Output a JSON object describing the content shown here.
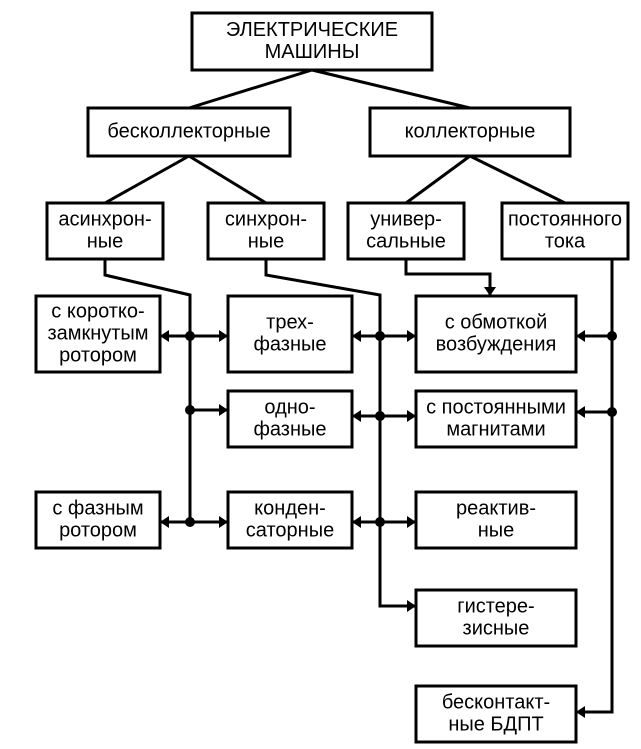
{
  "nodes": {
    "root": [
      "ЭЛЕКТРИЧЕСКИЕ",
      "МАШИНЫ"
    ],
    "brushless": [
      "бесколлекторные"
    ],
    "commutator": [
      "коллекторные"
    ],
    "async": [
      "асинхрон-",
      "ные"
    ],
    "sync": [
      "синхрон-",
      "ные"
    ],
    "universal": [
      "универ-",
      "сальные"
    ],
    "dc": [
      "постоянного",
      "тока"
    ],
    "squirrel": [
      "с коротко-",
      "замкнутым",
      "ротором"
    ],
    "wound": [
      "с фазным",
      "ротором"
    ],
    "threephase": [
      "трех-",
      "фазные"
    ],
    "singlephase": [
      "одно-",
      "фазные"
    ],
    "capacitor": [
      "конден-",
      "саторные"
    ],
    "field": [
      "с обмоткой",
      "возбуждения"
    ],
    "pm": [
      "с постоянными",
      "магнитами"
    ],
    "reactive": [
      "реактив-",
      "ные"
    ],
    "hysteresis": [
      "гистере-",
      "зисные"
    ],
    "bldc": [
      "бесконтакт-",
      "ные БДПТ"
    ]
  }
}
